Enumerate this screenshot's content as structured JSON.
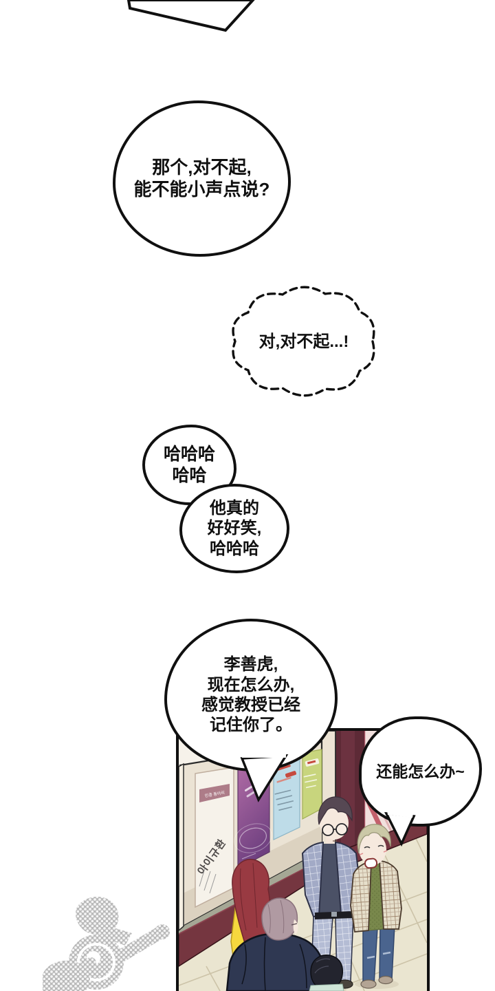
{
  "page": {
    "type": "webtoon-comic-page",
    "background": "#ffffff",
    "ink": "#101010"
  },
  "bubbles": {
    "b1": {
      "text": "那个,对不起,\n能不能小声点说?"
    },
    "b2": {
      "text": "对,对不起...!",
      "style": "dashed-thought-cloud"
    },
    "b3": {
      "text": "哈哈哈\n哈哈"
    },
    "b4": {
      "text": "他真的\n好好笑,\n哈哈哈"
    },
    "b5": {
      "text": "李善虎,\n现在怎么办,\n感觉教授已经\n记住你了。"
    },
    "b6": {
      "text": "还能怎么办~"
    }
  },
  "panel": {
    "scene": "subway-corridor-with-poster-wall",
    "posters": {
      "white": {
        "header": "민중 동아리",
        "title": "아이규환"
      },
      "purple": {
        "style": "gradient-swirl"
      },
      "blue": {
        "style": "notice-with-red-badge"
      },
      "green": {
        "style": "notice-partial"
      }
    },
    "characters": [
      "red-haired-woman-yellow-top",
      "mauve-haired-person-navy-hoodie",
      "black-haired-person-back",
      "glasses-man-plaid-suit",
      "blonde-man-plaid-jacket"
    ],
    "colors": {
      "floor": "#eae5d0",
      "tile_line": "#ccc3a8",
      "baseboard": "#753640",
      "wall": "#f6f2ea",
      "gray_band": "#a5a795",
      "case_frame": "#ebe3d4",
      "poster_purple_top": "#b56fa8",
      "poster_purple_bottom": "#6f4080",
      "poster_blue": "#bedce8",
      "poster_green": "#c8d57d",
      "dark_recess": "#5d2a36",
      "pink_wall": "#f1e0de",
      "hair_red": "#993a42",
      "top_yellow": "#f6d83e",
      "hoodie_navy": "#2f3852",
      "hair_mauve": "#b09aa2",
      "blazer_plaid": "#a2aac6",
      "jacket_plaid": "#e6dfcb",
      "sweater_green": "#79884c",
      "jeans_blue": "#4a648e"
    }
  },
  "watermark": {
    "name": "scooter-rider-halftone-logo",
    "color": "#b7b7b7"
  }
}
